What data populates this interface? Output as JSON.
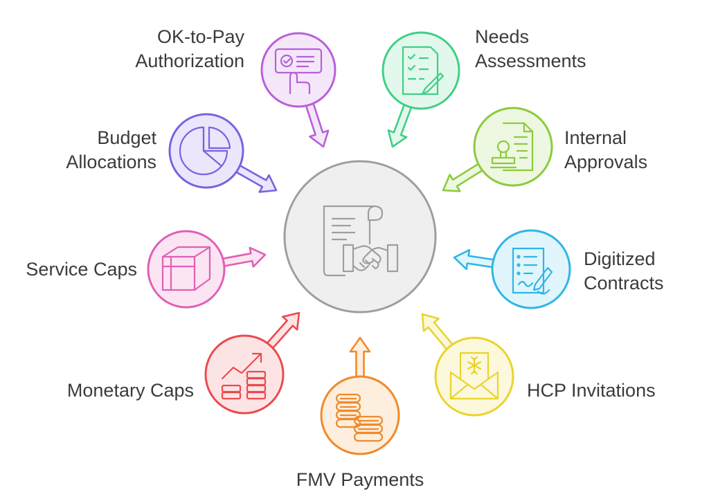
{
  "diagram": {
    "center": {
      "name": "contract-handshake-icon",
      "color": "#9e9e9e",
      "fill": "#efefef"
    },
    "nodes": [
      {
        "id": "ok-to-pay",
        "lines": [
          "OK-to-Pay",
          "Authorization"
        ],
        "color": "#b85fd8",
        "fill": "#f4e7fa",
        "icon": "screen-touch-check-icon"
      },
      {
        "id": "needs-assessments",
        "lines": [
          "Needs",
          "Assessments"
        ],
        "color": "#3fcf86",
        "fill": "#e3f8ec",
        "icon": "checklist-pencil-icon"
      },
      {
        "id": "internal-approvals",
        "lines": [
          "Internal",
          "Approvals"
        ],
        "color": "#8ccb3c",
        "fill": "#eef7e1",
        "icon": "stamp-document-icon"
      },
      {
        "id": "digitized-contracts",
        "lines": [
          "Digitized",
          "Contracts"
        ],
        "color": "#2eb6e6",
        "fill": "#e1f5fc",
        "icon": "signing-document-icon"
      },
      {
        "id": "hcp-invitations",
        "lines": [
          "HCP Invitations"
        ],
        "color": "#e9d42c",
        "fill": "#fcf8dc",
        "icon": "envelope-invitation-icon"
      },
      {
        "id": "fmv-payments",
        "lines": [
          "FMV Payments"
        ],
        "color": "#ef8a2a",
        "fill": "#fdeedd",
        "icon": "coin-stacks-icon"
      },
      {
        "id": "monetary-caps",
        "lines": [
          "Monetary Caps"
        ],
        "color": "#ea4a4f",
        "fill": "#fde4e4",
        "icon": "rising-coins-icon"
      },
      {
        "id": "service-caps",
        "lines": [
          "Service Caps"
        ],
        "color": "#e05fb5",
        "fill": "#fbe5f3",
        "icon": "cube-icon"
      },
      {
        "id": "budget-allocations",
        "lines": [
          "Budget",
          "Allocations"
        ],
        "color": "#7b61e0",
        "fill": "#ebe6fb",
        "icon": "pie-chart-icon"
      }
    ]
  }
}
